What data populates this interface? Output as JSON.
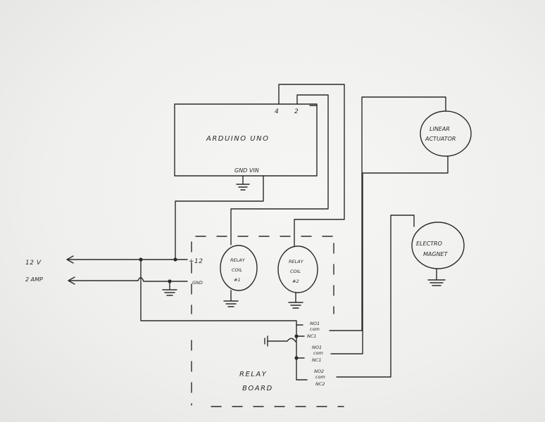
{
  "arduino": {
    "title": "ARDUINO UNO",
    "pin_a": "4",
    "pin_b": "2",
    "pins_bottom": "GND VIN"
  },
  "power": {
    "voltage": "12 V",
    "current": "2 AMP",
    "plus_label": "+12",
    "gnd_label": "GND"
  },
  "relay_coil_1": {
    "line1": "RELAY",
    "line2": "COIL",
    "line3": "#1"
  },
  "relay_coil_2": {
    "line1": "RELAY",
    "line2": "COIL",
    "line3": "#2"
  },
  "relay_board": {
    "line1": "RELAY",
    "line2": "BOARD"
  },
  "terminals": {
    "no1_a": "NO1",
    "com_a": "com",
    "nc1_a": "NC1",
    "no1_b": "NO1",
    "com_b": "com",
    "nc1_b": "NC1",
    "no2": "NO2",
    "com_c": "com",
    "nc2": "NC2"
  },
  "linear_actuator": {
    "line1": "LINEAR",
    "line2": "ACTUATOR"
  },
  "electro_magnet": {
    "line1": "ELECTRO",
    "line2": "MAGNET"
  }
}
